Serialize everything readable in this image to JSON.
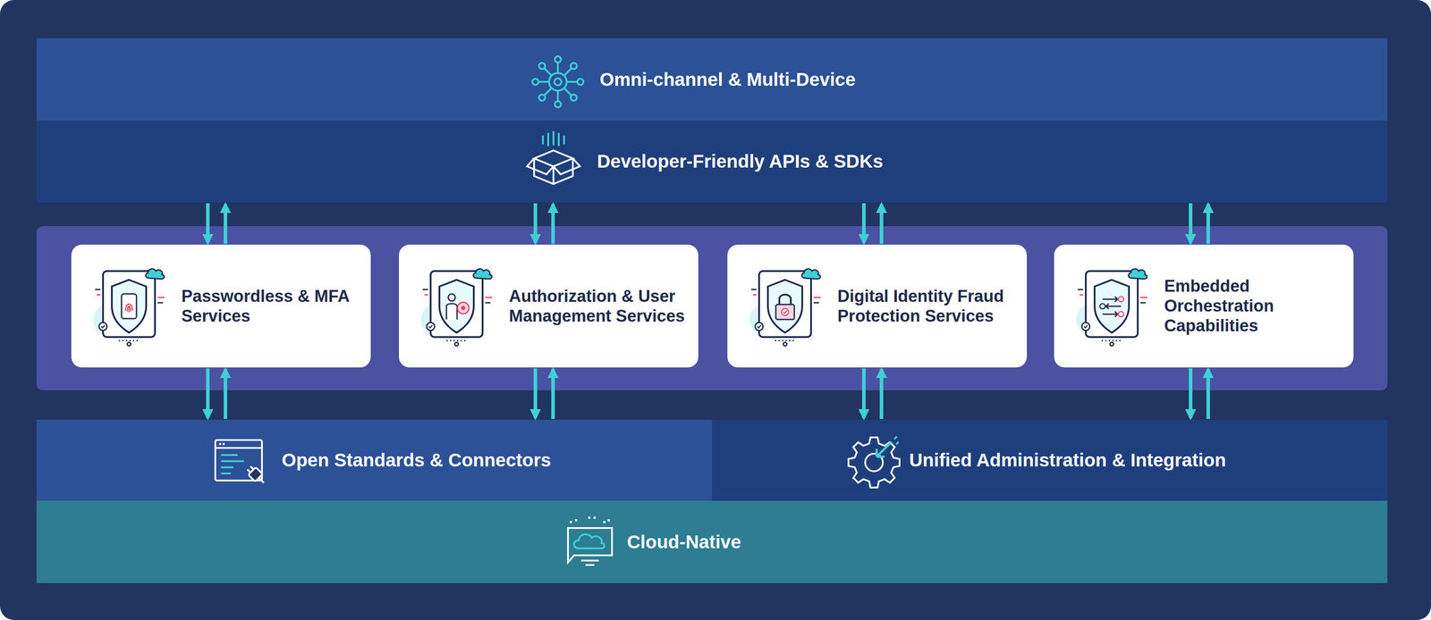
{
  "diagram": {
    "nodes": [
      {
        "text": [
          "Omni-channel & Multi-Device"
        ]
      },
      {
        "text": [
          "Developer-Friendly APIs & SDKs"
        ]
      },
      {
        "text": [
          "Passwordless & MFA Services"
        ]
      },
      {
        "text": [
          "Authorization & User Management Services"
        ]
      },
      {
        "text": [
          "Digital Identity Fraud Protection Services"
        ]
      },
      {
        "text": [
          "Embedded Orchestration Capabilities"
        ]
      },
      {
        "text": [
          "Open Standards & Connectors"
        ]
      },
      {
        "text": [
          "Unified Administration & Integration"
        ]
      },
      {
        "text": [
          "Cloud-Native"
        ]
      }
    ],
    "edges": [
      {
        "from": 1,
        "to": 2,
        "arrow": "to"
      },
      {
        "from": 2,
        "to": 1,
        "arrow": "to"
      },
      {
        "from": 1,
        "to": 3,
        "arrow": "to"
      },
      {
        "from": 3,
        "to": 1,
        "arrow": "to"
      },
      {
        "from": 1,
        "to": 4,
        "arrow": "to"
      },
      {
        "from": 4,
        "to": 1,
        "arrow": "to"
      },
      {
        "from": 1,
        "to": 5,
        "arrow": "to"
      },
      {
        "from": 5,
        "to": 1,
        "arrow": "to"
      },
      {
        "from": 2,
        "to": 6,
        "arrow": "to"
      },
      {
        "from": 6,
        "to": 2,
        "arrow": "to"
      },
      {
        "from": 3,
        "to": 6,
        "arrow": "to"
      },
      {
        "from": 6,
        "to": 3,
        "arrow": "to"
      },
      {
        "from": 4,
        "to": 7,
        "arrow": "to"
      },
      {
        "from": 7,
        "to": 4,
        "arrow": "to"
      },
      {
        "from": 5,
        "to": 7,
        "arrow": "to"
      },
      {
        "from": 7,
        "to": 5,
        "arrow": "to"
      }
    ]
  }
}
